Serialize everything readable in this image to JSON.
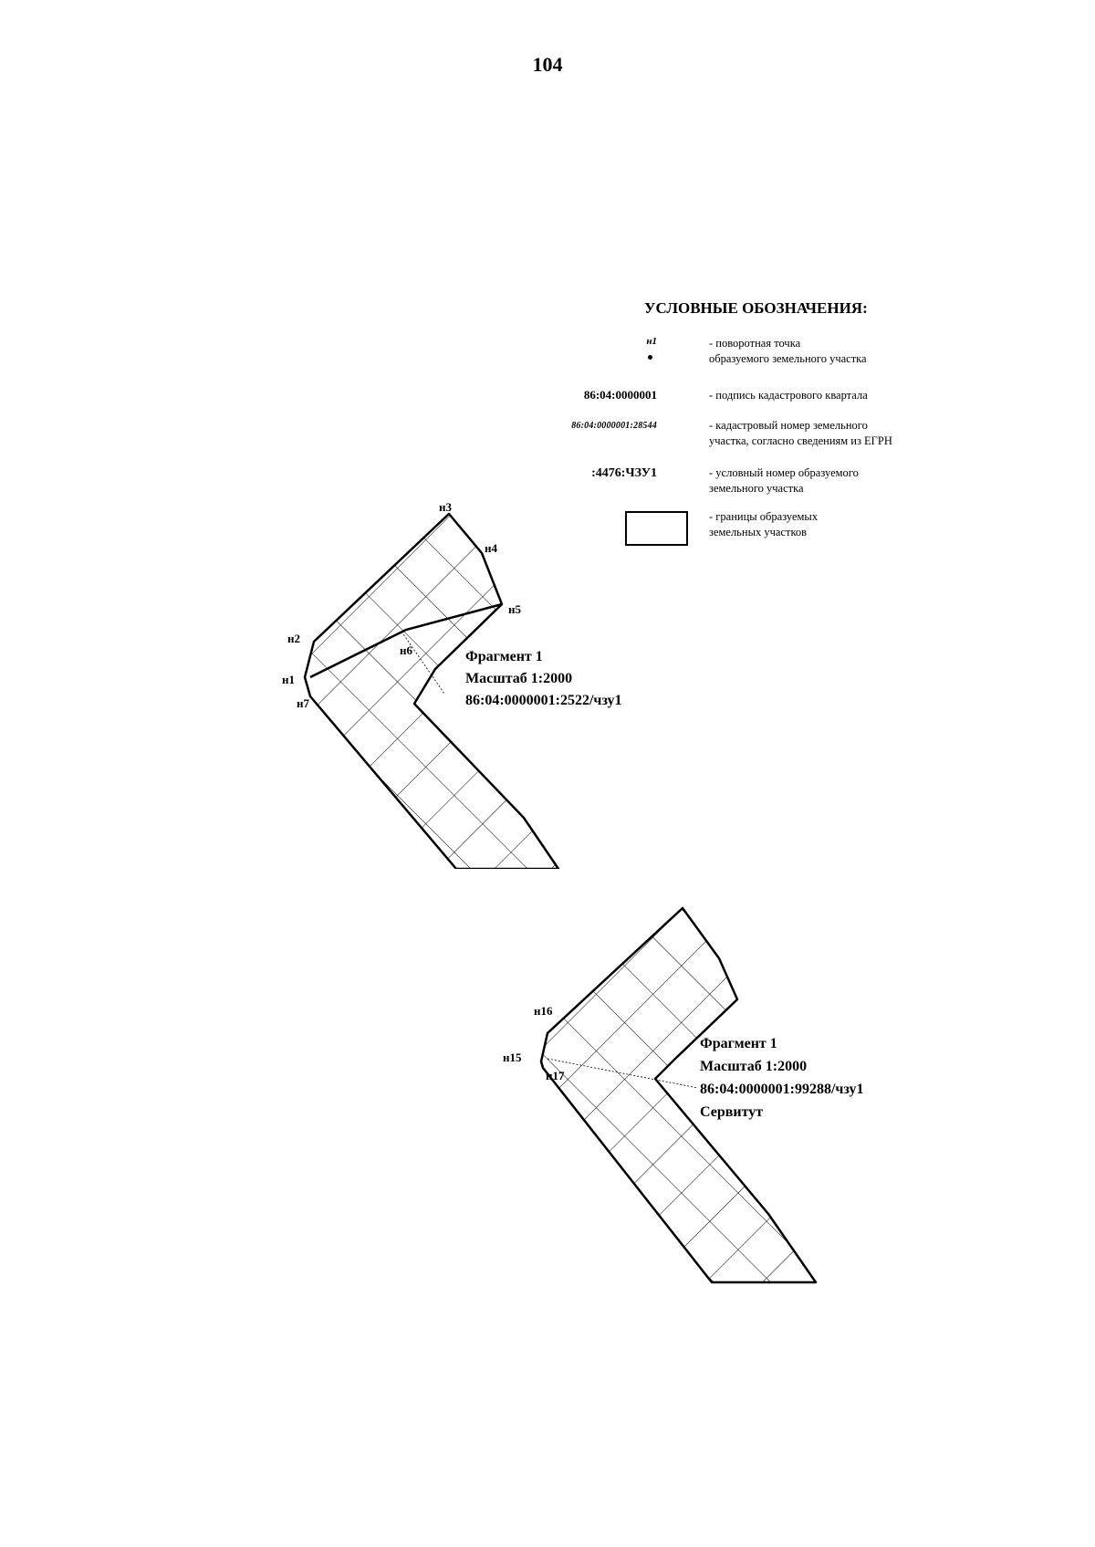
{
  "page": {
    "number": "104"
  },
  "legend": {
    "title": "УСЛОВНЫЕ ОБОЗНАЧЕНИЯ:",
    "items": [
      {
        "symbol": "н1",
        "description": "- поворотная точка\nобразуемого земельного участка"
      },
      {
        "symbol": "86:04:0000001",
        "description": "- подпись кадастрового квартала"
      },
      {
        "symbol": "86:04:0000001:28544",
        "description": "- кадастровый номер земельного\nучастка, согласно сведениям из ЕГРН"
      },
      {
        "symbol": ":4476:ЧЗУ1",
        "description": "- условный номер образуемого\nземельного участка"
      },
      {
        "symbol": "",
        "description": "- границы образуемых\nземельных участков"
      }
    ]
  },
  "fragments": [
    {
      "points": [
        "н1",
        "н2",
        "н3",
        "н4",
        "н5",
        "н6",
        "н7"
      ],
      "label": [
        "Фрагмент 1",
        "Масштаб 1:2000",
        "86:04:0000001:2522/чзу1"
      ]
    },
    {
      "points": [
        "н15",
        "н16",
        "н17"
      ],
      "label": [
        "Фрагмент 1",
        "Масштаб 1:2000",
        "86:04:0000001:99288/чзу1",
        "Сервитут"
      ]
    }
  ]
}
